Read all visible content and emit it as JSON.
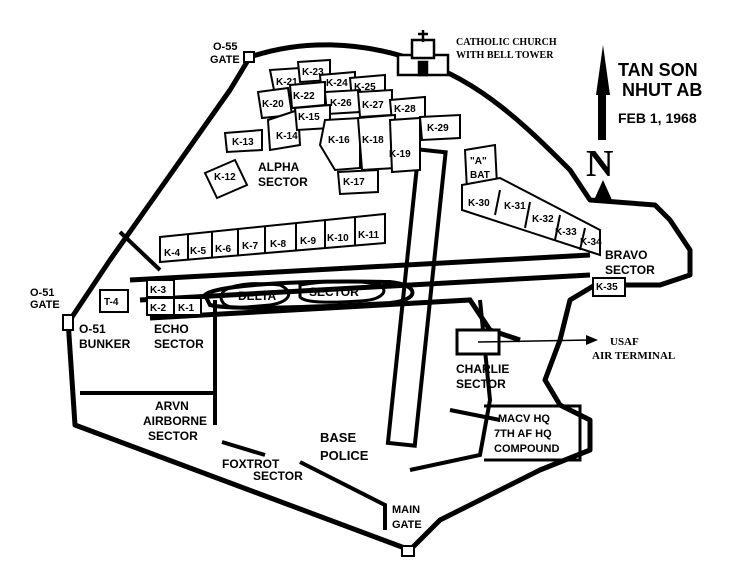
{
  "title": {
    "line1": "TAN SON",
    "line2": "NHUT AB",
    "date": "FEB 1, 1968"
  },
  "north": "N",
  "church": {
    "line1": "CATHOLIC CHURCH",
    "line2": "WITH BELL TOWER"
  },
  "gates": {
    "o55": [
      "O-55",
      "GATE"
    ],
    "o51": [
      "O-51",
      "GATE"
    ],
    "main": [
      "MAIN",
      "GATE"
    ]
  },
  "sectors": {
    "alpha": [
      "ALPHA",
      "SECTOR"
    ],
    "bravo": [
      "BRAVO",
      "SECTOR"
    ],
    "charlie": [
      "CHARLIE",
      "SECTOR"
    ],
    "delta": [
      "DELTA",
      "SECTOR"
    ],
    "echo": [
      "ECHO",
      "SECTOR"
    ],
    "foxtrot": [
      "FOXTROT",
      "SECTOR"
    ],
    "arvn": [
      "ARVN",
      "AIRBORNE",
      "SECTOR"
    ]
  },
  "bunker": [
    "O-51",
    "BUNKER"
  ],
  "police": [
    "BASE",
    "POLICE"
  ],
  "macv": [
    "MACV HQ",
    "7TH AF HQ",
    "COMPOUND"
  ],
  "terminal": [
    "USAF",
    "AIR TERMINAL"
  ],
  "battery": [
    "\"A\"",
    "BAT"
  ],
  "revetments": [
    "K-1",
    "K-2",
    "K-3",
    "T-4",
    "K-4",
    "K-5",
    "K-6",
    "K-7",
    "K-8",
    "K-9",
    "K-10",
    "K-11",
    "K-12",
    "K-13",
    "K-14",
    "K-15",
    "K-16",
    "K-17",
    "K-18",
    "K-19",
    "K-20",
    "K-21",
    "K-22",
    "K-23",
    "K-24",
    "K-25",
    "K-26",
    "K-27",
    "K-28",
    "K-29",
    "K-30",
    "K-31",
    "K-32",
    "K-33",
    "K-34",
    "K-35"
  ]
}
